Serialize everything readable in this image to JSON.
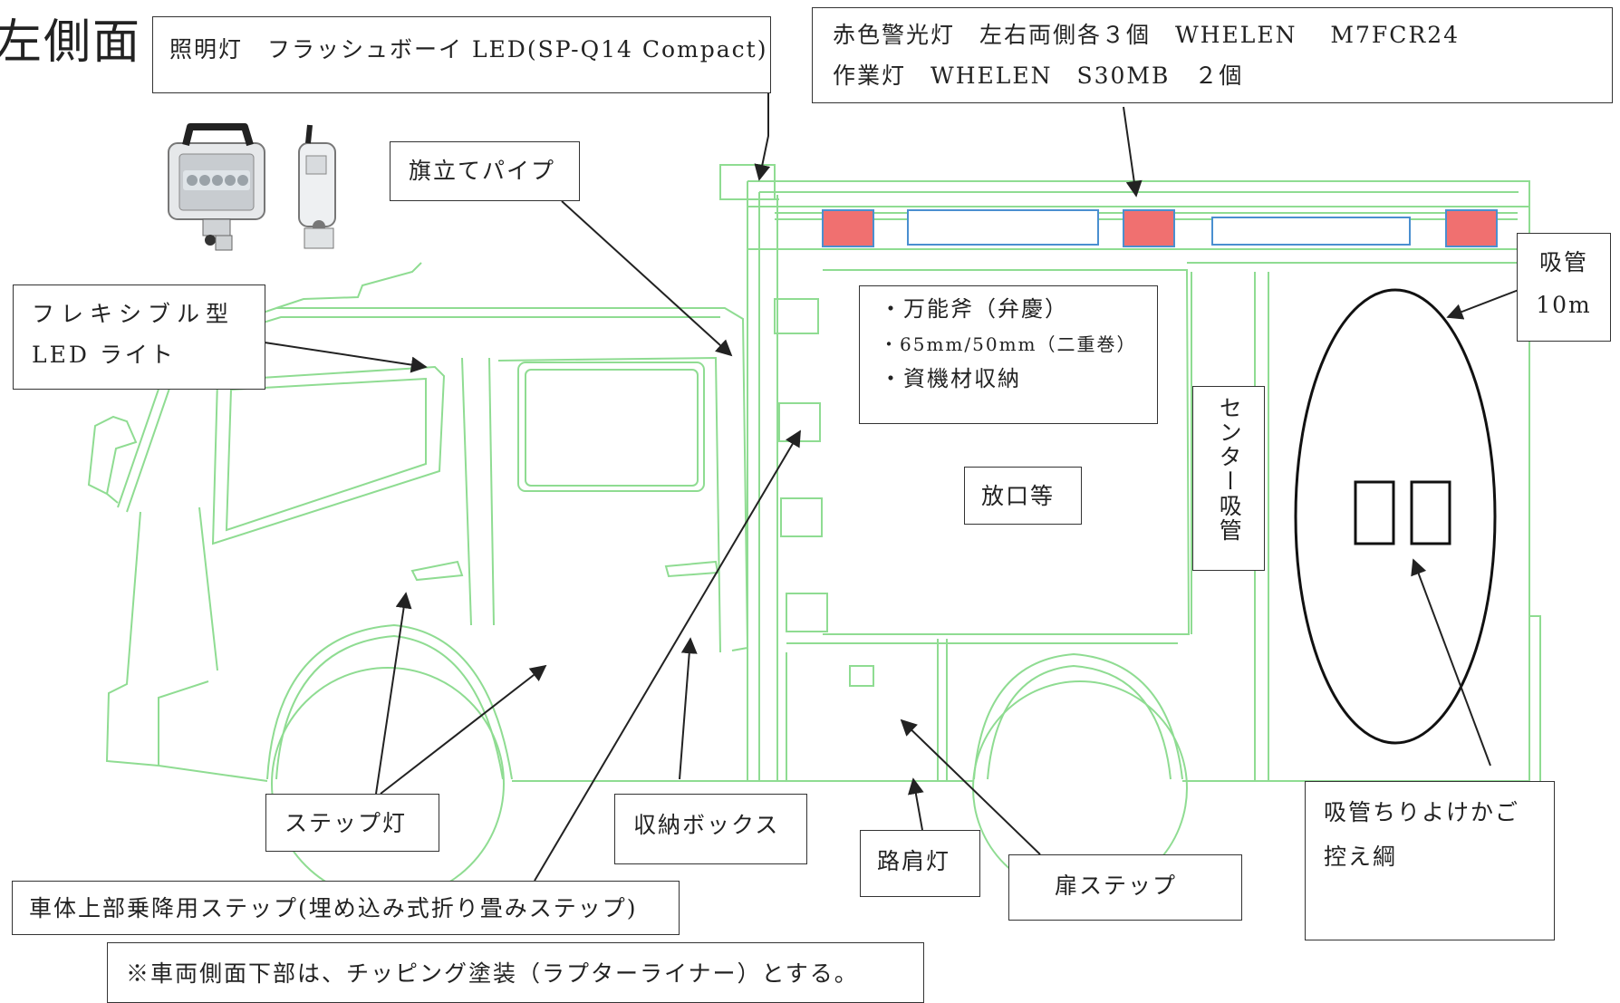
{
  "title": "左側面",
  "labels": {
    "lighting": "照明灯　フラッシュボーイ LED(SP-Q14 Compact)",
    "warning_1": "赤色警光灯　左右両側各３個　WHELEN　 M7FCR24",
    "warning_2": "作業灯　WHELEN　S30MB　２個",
    "flag_pipe": "旗立てパイプ",
    "flex_led_1": "フレキシブル型",
    "flex_led_2": "LED ライト",
    "axe_1": "・万能斧（弁慶）",
    "axe_2": "・65mm/50mm（二重巻）",
    "axe_3": "・資機材収納",
    "outlet": "放口等",
    "center_suction": "センター吸管",
    "suction_1": "吸管",
    "suction_2": "10m",
    "step_light": "ステップ灯",
    "storage_box": "収納ボックス",
    "curb_light": "路肩灯",
    "door_step": "扉ステップ",
    "basket_1": "吸管ちりよけかご",
    "basket_2": "控え綱",
    "roof_step": "車体上部乗降用ステップ(埋め込み式折り畳みステップ)",
    "note": "※車両側面下部は、チッピング塗装（ラプターライナー）とする。"
  },
  "colors": {
    "outline": "#8fdc92",
    "warning_light": "#f07070",
    "work_light_border": "#4a8fd0",
    "text": "#222222"
  }
}
